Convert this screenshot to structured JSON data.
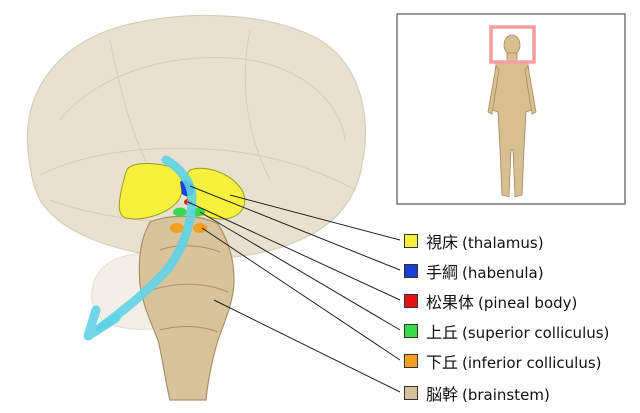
{
  "colors": {
    "brain_tissue": "#d8c9ab",
    "brainstem_tissue": "#d9c39b",
    "pointer_line": "#222222",
    "arrow": "#5fd3e6",
    "inset_frame": "#555555",
    "inset_highlight": "#f0a0a0",
    "body_figure": "#d8bf92"
  },
  "legend": [
    {
      "jp": "視床",
      "en": "(thalamus)",
      "color": "#f4f03c",
      "icon": "swatch"
    },
    {
      "jp": "手綱",
      "en": "(habenula)",
      "color": "#1a3ed8",
      "icon": "swatch"
    },
    {
      "jp": "松果体",
      "en": "(pineal body)",
      "color": "#e41414",
      "icon": "swatch"
    },
    {
      "jp": "上丘",
      "en": "(superior colliculus)",
      "color": "#3ad84c",
      "icon": "swatch"
    },
    {
      "jp": "下丘",
      "en": "(inferior colliculus)",
      "color": "#f2a020",
      "icon": "swatch"
    },
    {
      "jp": "脳幹",
      "en": "(brainstem)",
      "color": "#d6c29a",
      "icon": "swatch"
    }
  ]
}
